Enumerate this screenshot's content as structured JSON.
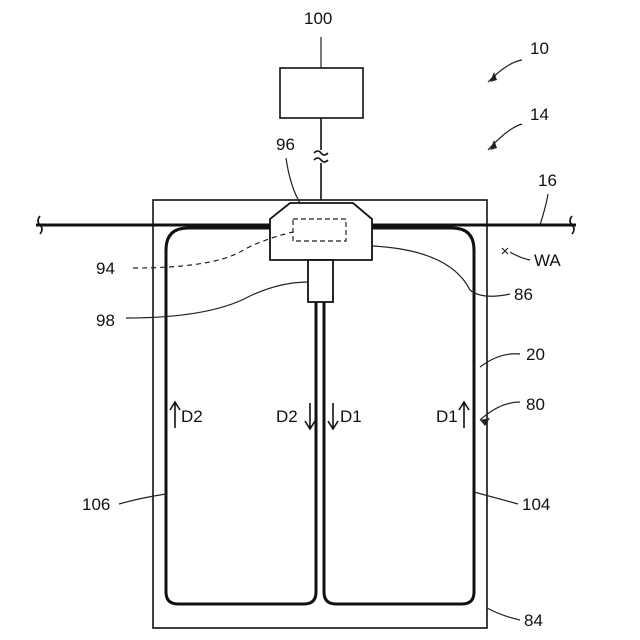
{
  "labels": {
    "ref_10": "10",
    "ref_14": "14",
    "ref_16": "16",
    "ref_20": "20",
    "ref_80": "80",
    "ref_84": "84",
    "ref_86": "86",
    "ref_94": "94",
    "ref_96": "96",
    "ref_98": "98",
    "ref_100": "100",
    "ref_104": "104",
    "ref_106": "106",
    "work_area": "WA",
    "dir_left_up": "D2",
    "dir_center_left": "D2",
    "dir_center_right": "D1",
    "dir_right_up": "D1"
  }
}
